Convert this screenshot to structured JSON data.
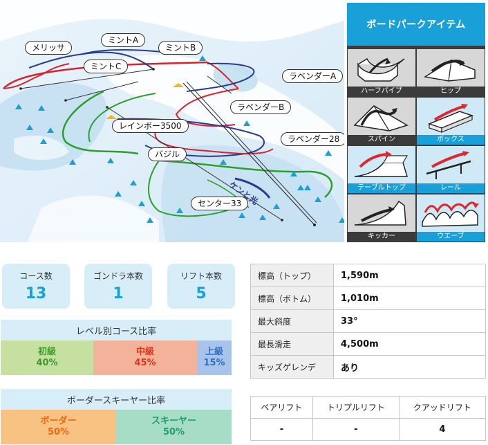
{
  "map": {
    "labels": {
      "melissa": "メリッサ",
      "mint_a": "ミントA",
      "mint_b": "ミントB",
      "mint_c": "ミントC",
      "lavender_a": "ラベンダーA",
      "lavender_b": "ラベンダーB",
      "rainbow_3500": "レインボー3500",
      "lavender_28": "ラベンダー28",
      "basil": "バジル",
      "center_33": "センター33",
      "trail_text": "ケンと光"
    }
  },
  "park": {
    "title": "ボードパークアイテム",
    "items": [
      {
        "label": "ハーフパイプ",
        "icon": "halfpipe-icon"
      },
      {
        "label": "ヒップ",
        "icon": "hip-icon"
      },
      {
        "label": "スパイン",
        "icon": "spine-icon"
      },
      {
        "label": "ボックス",
        "icon": "box-icon"
      },
      {
        "label": "テーブルトップ",
        "icon": "tabletop-icon"
      },
      {
        "label": "レール",
        "icon": "rail-icon"
      },
      {
        "label": "キッカー",
        "icon": "kicker-icon"
      },
      {
        "label": "ウエーブ",
        "icon": "wave-icon"
      }
    ]
  },
  "stats": {
    "courses": {
      "label": "コース数",
      "value": "13"
    },
    "gondolas": {
      "label": "ゴンドラ本数",
      "value": "1"
    },
    "lifts": {
      "label": "リフト本数",
      "value": "5"
    }
  },
  "level_ratio": {
    "title": "レベル別コース比率",
    "beginner": {
      "label": "初級",
      "value": "40%",
      "fraction": 0.4
    },
    "intermediate": {
      "label": "中級",
      "value": "45%",
      "fraction": 0.45
    },
    "advanced": {
      "label": "上級",
      "value": "15%",
      "fraction": 0.15
    }
  },
  "rider_ratio": {
    "title": "ボーダースキーヤー比率",
    "boarder": {
      "label": "ボーダー",
      "value": "50%",
      "fraction": 0.5
    },
    "skier": {
      "label": "スキーヤー",
      "value": "50%",
      "fraction": 0.5
    }
  },
  "specs": [
    {
      "key": "標高（トップ）",
      "value": "1,590m"
    },
    {
      "key": "標高（ボトム）",
      "value": "1,010m"
    },
    {
      "key": "最大斜度",
      "value": "33°"
    },
    {
      "key": "最長滑走",
      "value": "4,500m"
    },
    {
      "key": "キッズゲレンデ",
      "value": "あり"
    }
  ],
  "lift_types": {
    "headers": [
      "ペアリフト",
      "トリプルリフト",
      "クアッドリフト"
    ],
    "values": [
      "-",
      "-",
      "4"
    ]
  },
  "colors": {
    "accent": "#1aa0d8",
    "beginner_bg": "#c5e0a0",
    "beginner_fg": "#3f9a2a",
    "intermediate_bg": "#f3b39a",
    "intermediate_fg": "#e0341c",
    "advanced_bg": "#a9c4ea",
    "advanced_fg": "#2f6fc9",
    "boarder_bg": "#f8c283",
    "boarder_fg": "#ec6a12",
    "skier_bg": "#a7dcc7",
    "skier_fg": "#1f9e6e"
  }
}
